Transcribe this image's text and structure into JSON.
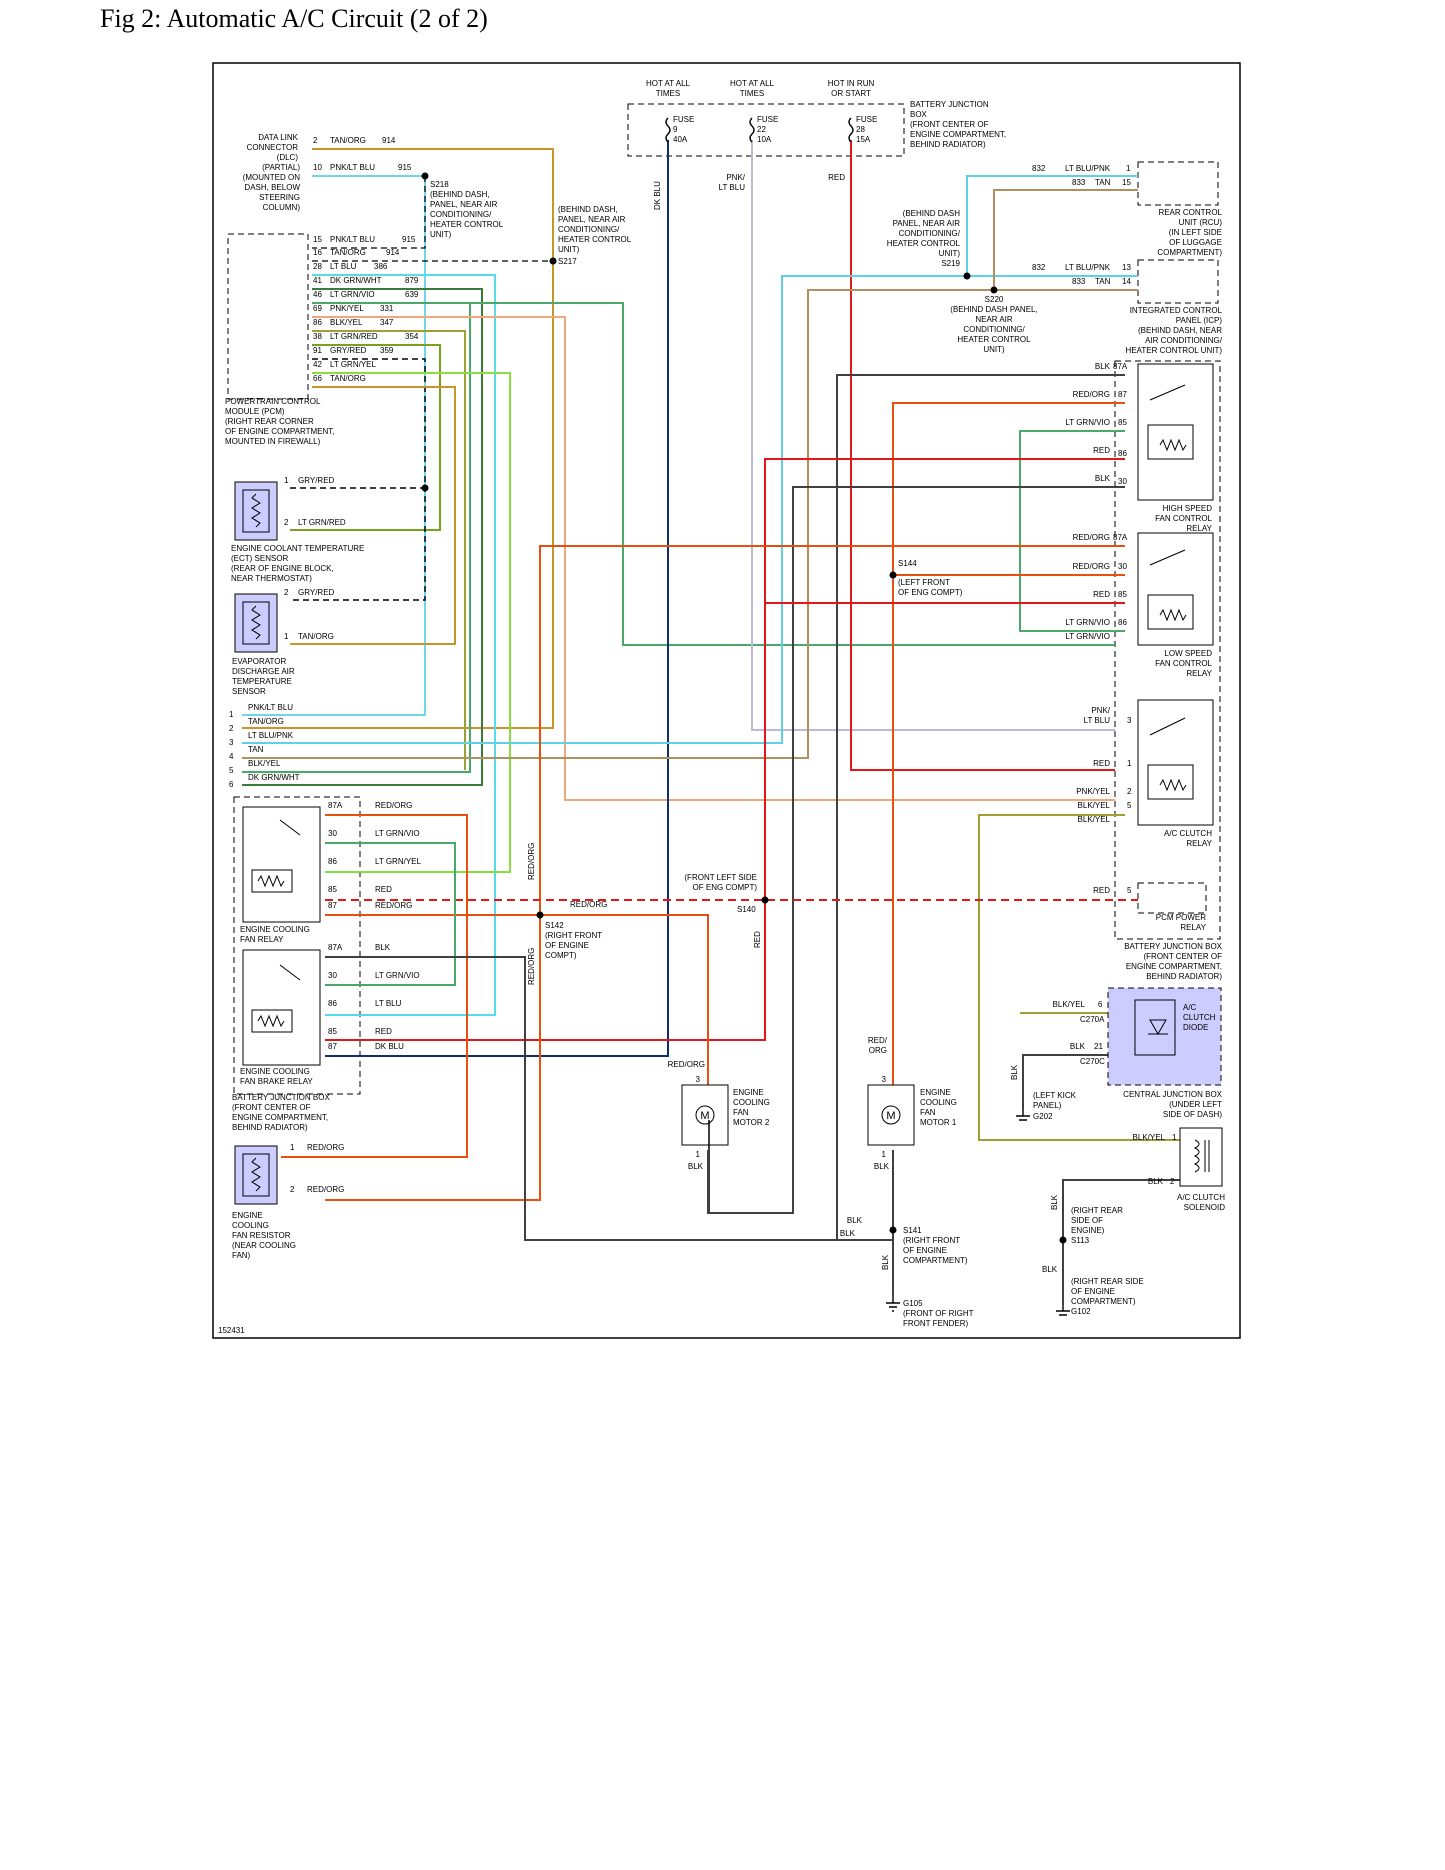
{
  "title": "Fig 2: Automatic A/C Circuit (2 of 2)",
  "colors": {
    "tan_org": "#c8952a",
    "pnk_ltblu": "#6ed8e8",
    "lt_blu": "#55dce8",
    "dk_grn_wht": "#3a7a3a",
    "lt_grn_vio": "#4aa86a",
    "pnk_yel": "#f0a878",
    "blk_yel": "#a0a030",
    "lt_grn_red": "#7aa020",
    "lt_grn_yel": "#88e040",
    "red": "#e01818",
    "red_org": "#e85010",
    "blk": "#404040",
    "dk_blu": "#102e6a",
    "pnk_ltblu2": "#c0b8d8",
    "tan": "#b09060",
    "lt_blu_pnk": "#60d0e8",
    "component_fill": "#ccccff"
  },
  "labels": {
    "hot_all_1": "HOT AT ALL",
    "hot_all_1b": "TIMES",
    "hot_all_2": "HOT AT ALL",
    "hot_all_2b": "TIMES",
    "hot_run": "HOT IN RUN",
    "hot_run_b": "OR START",
    "fuse9": "FUSE",
    "fuse9_n": "9",
    "fuse9_a": "40A",
    "fuse22": "FUSE",
    "fuse22_n": "22",
    "fuse22_a": "10A",
    "fuse28": "FUSE",
    "fuse28_n": "28",
    "fuse28_a": "15A",
    "bjb_top_1": "BATTERY JUNCTION",
    "bjb_top_2": "BOX",
    "bjb_top_3": "(FRONT CENTER OF",
    "bjb_top_4": "ENGINE COMPARTMENT,",
    "bjb_top_5": "BEHIND RADIATOR)",
    "dlc_1": "DATA LINK",
    "dlc_2": "CONNECTOR",
    "dlc_3": "(DLC)",
    "dlc_4": "(PARTIAL)",
    "dlc_5": "(MOUNTED ON",
    "dlc_6": "DASH, BELOW",
    "dlc_7": "STEERING",
    "dlc_8": "COLUMN)",
    "dlc_p2": "2",
    "dlc_p2_w": "TAN/ORG",
    "dlc_p2_c": "914",
    "dlc_p10": "10",
    "dlc_p10_w": "PNK/LT BLU",
    "dlc_p10_c": "915",
    "s218_1": "S218",
    "s218_2": "(BEHIND DASH,",
    "s218_3": "PANEL, NEAR AIR",
    "s218_4": "CONDITIONING/",
    "s218_5": "HEATER CONTROL",
    "s218_6": "UNIT)",
    "s217_1": "(BEHIND DASH,",
    "s217_2": "PANEL, NEAR AIR",
    "s217_3": "CONDITIONING/",
    "s217_4": "HEATER CONTROL",
    "s217_5": "UNIT)",
    "s217_6": "S217",
    "dkblu_v": "DK BLU",
    "pnk_ltblu_v1": "PNK/",
    "pnk_ltblu_v2": "LT BLU",
    "red_v": "RED",
    "pcm_15": "15",
    "pcm_15_w": "PNK/LT BLU",
    "pcm_15_c": "915",
    "pcm_16": "16",
    "pcm_16_w": "TAN/ORG",
    "pcm_16_c": "914",
    "pcm_28": "28",
    "pcm_28_w": "LT BLU",
    "pcm_28_c": "386",
    "pcm_41": "41",
    "pcm_41_w": "DK GRN/WHT",
    "pcm_41_c": "879",
    "pcm_46": "46",
    "pcm_46_w": "LT GRN/VIO",
    "pcm_46_c": "639",
    "pcm_69": "69",
    "pcm_69_w": "PNK/YEL",
    "pcm_69_c": "331",
    "pcm_86": "86",
    "pcm_86_w": "BLK/YEL",
    "pcm_86_c": "347",
    "pcm_38": "38",
    "pcm_38_w": "LT GRN/RED",
    "pcm_38_c": "354",
    "pcm_91": "91",
    "pcm_91_w": "GRY/RED",
    "pcm_91_c": "359",
    "pcm_42": "42",
    "pcm_42_w": "LT GRN/YEL",
    "pcm_66": "66",
    "pcm_66_w": "TAN/ORG",
    "pcm_1": "POWERTRAIN CONTROL",
    "pcm_2": "MODULE (PCM)",
    "pcm_3": "(RIGHT REAR CORNER",
    "pcm_4": "OF ENGINE COMPARTMENT,",
    "pcm_5": "MOUNTED IN FIREWALL)",
    "ect_p1": "1",
    "ect_p1_w": "GRY/RED",
    "ect_p2": "2",
    "ect_p2_w": "LT GRN/RED",
    "ect_1": "ENGINE COOLANT TEMPERATURE",
    "ect_2": "(ECT) SENSOR",
    "ect_3": "(REAR OF ENGINE BLOCK,",
    "ect_4": "NEAR THERMOSTAT)",
    "evap_p2": "2",
    "evap_p2_w": "GRY/RED",
    "evap_p1": "1",
    "evap_p1_w": "TAN/ORG",
    "evap_1": "EVAPORATOR",
    "evap_2": "DISCHARGE AIR",
    "evap_3": "TEMPERATURE",
    "evap_4": "SENSOR",
    "c_1": "1",
    "c_1_w": "PNK/LT BLU",
    "c_2": "2",
    "c_2_w": "TAN/ORG",
    "c_3": "3",
    "c_3_w": "LT BLU/PNK",
    "c_4": "4",
    "c_4_w": "TAN",
    "c_5": "5",
    "c_5_w": "BLK/YEL",
    "c_6": "6",
    "c_6_w": "DK GRN/WHT",
    "ecfr_87a": "87A",
    "ecfr_87a_w": "RED/ORG",
    "ecfr_30": "30",
    "ecfr_30_w": "LT GRN/VIO",
    "ecfr_86": "86",
    "ecfr_86_w": "LT GRN/YEL",
    "ecfr_85": "85",
    "ecfr_85_w": "RED",
    "ecfr_87": "87",
    "ecfr_87_w": "RED/ORG",
    "ecfr_1": "ENGINE COOLING",
    "ecfr_2": "FAN RELAY",
    "ecfbr_87a": "87A",
    "ecfbr_87a_w": "BLK",
    "ecfbr_30": "30",
    "ecfbr_30_w": "LT GRN/VIO",
    "ecfbr_86": "86",
    "ecfbr_86_w": "LT BLU",
    "ecfbr_85": "85",
    "ecfbr_85_w": "RED",
    "ecfbr_87": "87",
    "ecfbr_87_w": "DK BLU",
    "ecfbr_1": "ENGINE COOLING",
    "ecfbr_2": "FAN BRAKE RELAY",
    "bjb_left_1": "BATTERY JUNCTION BOX",
    "bjb_left_2": "(FRONT CENTER OF",
    "bjb_left_3": "ENGINE COMPARTMENT,",
    "bjb_left_4": "BEHIND RADIATOR)",
    "redorg_v1": "RED/ORG",
    "redorg_v2": "RED/ORG",
    "redorg_h": "RED/ORG",
    "s142_1": "S142",
    "s142_2": "(RIGHT FRONT",
    "s142_3": "OF ENGINE",
    "s142_4": "COMPT)",
    "fls_1": "(FRONT LEFT SIDE",
    "fls_2": "OF ENG COMPT)",
    "s140": "S140",
    "red_v2": "RED",
    "ecfres_p1": "1",
    "ecfres_p1_w": "RED/ORG",
    "ecfres_p2": "2",
    "ecfres_p2_w": "RED/ORG",
    "ecfres_1": "ENGINE",
    "ecfres_2": "COOLING",
    "ecfres_3": "FAN RESISTOR",
    "ecfres_4": "(NEAR COOLING",
    "ecfres_5": "FAN)",
    "redorg_m2": "RED/ORG",
    "m2_p3": "3",
    "m2_p1": "1",
    "m2_blk": "BLK",
    "m2_1": "ENGINE",
    "m2_2": "COOLING",
    "m2_3": "FAN",
    "m2_4": "MOTOR 2",
    "m1_redorg1": "RED/",
    "m1_redorg2": "ORG",
    "m1_p3": "3",
    "m1_p1": "1",
    "m1_blk": "BLK",
    "m1_1": "ENGINE",
    "m1_2": "COOLING",
    "m1_3": "FAN",
    "m1_4": "MOTOR 1",
    "s141_blk1": "BLK",
    "s141_blk2": "BLK",
    "s141_1": "S141",
    "s141_2": "(RIGHT FRONT",
    "s141_3": "OF ENGINE",
    "s141_4": "COMPARTMENT)",
    "s141_blkv": "BLK",
    "g105_1": "G105",
    "g105_2": "(FRONT OF RIGHT",
    "g105_3": "FRONT FENDER)",
    "diag_id": "152431",
    "s219_1": "(BEHIND DASH",
    "s219_2": "PANEL, NEAR AIR",
    "s219_3": "CONDITIONING/",
    "s219_4": "HEATER CONTROL",
    "s219_5": "UNIT)",
    "s219_6": "S219",
    "s220_1": "S220",
    "s220_2": "(BEHIND DASH PANEL,",
    "s220_3": "NEAR AIR",
    "s220_4": "CONDITIONING/",
    "s220_5": "HEATER CONTROL",
    "s220_6": "UNIT)",
    "rcu_832": "832",
    "rcu_832_w": "LT BLU/PNK",
    "rcu_832_p": "1",
    "rcu_833": "833",
    "rcu_833_w": "TAN",
    "rcu_833_p": "15",
    "rcu_1": "REAR CONTROL",
    "rcu_2": "UNIT (RCU)",
    "rcu_3": "(IN LEFT SIDE",
    "rcu_4": "OF LUGGAGE",
    "rcu_5": "COMPARTMENT)",
    "icp_832": "832",
    "icp_832_w": "LT BLU/PNK",
    "icp_832_p": "13",
    "icp_833": "833",
    "icp_833_w": "TAN",
    "icp_833_p": "14",
    "icp_1": "INTEGRATED CONTROL",
    "icp_2": "PANEL (ICP)",
    "icp_3": "(BEHIND DASH, NEAR",
    "icp_4": "AIR CONDITIONING/",
    "icp_5": "HEATER CONTROL UNIT)",
    "hs_87a_w": "BLK",
    "hs_87a": "87A",
    "hs_87_w": "RED/ORG",
    "hs_87": "87",
    "hs_85_w": "LT GRN/VIO",
    "hs_85": "85",
    "hs_86_w": "RED",
    "hs_86": "86",
    "hs_30_w": "BLK",
    "hs_30": "30",
    "hs_1": "HIGH SPEED",
    "hs_2": "FAN CONTROL",
    "hs_3": "RELAY",
    "ls_87a_w": "RED/ORG",
    "ls_87a": "87A",
    "ls_30_w": "RED/ORG",
    "ls_30": "30",
    "ls_85_w": "RED",
    "ls_85": "85",
    "ls_86_w": "LT GRN/VIO",
    "ls_86": "86",
    "ls_extra_w": "LT GRN/VIO",
    "ls_1": "LOW SPEED",
    "ls_2": "FAN CONTROL",
    "ls_3": "RELAY",
    "s144_1": "S144",
    "s144_2": "(LEFT FRONT",
    "s144_3": "OF ENG COMPT)",
    "acr_3_w1": "PNK/",
    "acr_3_w2": "LT BLU",
    "acr_3": "3",
    "acr_1_w": "RED",
    "acr_1": "1",
    "acr_2_w": "PNK/YEL",
    "acr_2": "2",
    "acr_5_w": "BLK/YEL",
    "acr_5": "5",
    "acr_blkyel": "BLK/YEL",
    "acr_1l": "A/C CLUTCH",
    "acr_2l": "RELAY",
    "pcmpr_w": "RED",
    "pcmpr_p": "5",
    "pcmpr_1": "PCM POWER",
    "pcmpr_2": "RELAY",
    "bjb_right_1": "BATTERY JUNCTION BOX",
    "bjb_right_2": "(FRONT CENTER OF",
    "bjb_right_3": "ENGINE COMPARTMENT,",
    "bjb_right_4": "BEHIND RADIATOR)",
    "diode_6_w": "BLK/YEL",
    "diode_6": "6",
    "diode_c270a": "C270A",
    "diode_21_w": "BLK",
    "diode_21": "21",
    "diode_c270c": "C270C",
    "diode_1": "A/C",
    "diode_2": "CLUTCH",
    "diode_3": "DIODE",
    "cjb_1": "CENTRAL JUNCTION BOX",
    "cjb_2": "(UNDER LEFT",
    "cjb_3": "SIDE OF DASH)",
    "g202_blk": "BLK",
    "g202_1": "(LEFT KICK",
    "g202_2": "PANEL)",
    "g202_3": "G202",
    "sol_1_w": "BLK/YEL",
    "sol_1": "1",
    "sol_2_w": "BLK",
    "sol_2": "2",
    "sol_1l": "A/C CLUTCH",
    "sol_2l": "SOLENOID",
    "s113_blk": "BLK",
    "s113_1": "(RIGHT REAR",
    "s113_2": "SIDE OF",
    "s113_3": "ENGINE)",
    "s113_4": "S113",
    "g102_blk": "BLK",
    "g102_1": "(RIGHT REAR SIDE",
    "g102_2": "OF ENGINE",
    "g102_3": "COMPARTMENT)",
    "g102_4": "G102"
  }
}
